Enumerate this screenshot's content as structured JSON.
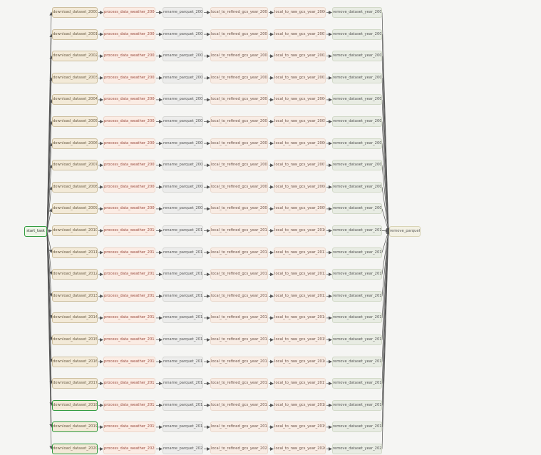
{
  "graph": {
    "start_task": "start_task",
    "final_task": "remove_parquet",
    "years": [
      "2000",
      "2001",
      "2002",
      "2003",
      "2004",
      "2005",
      "2006",
      "2007",
      "2008",
      "2009",
      "2010",
      "2011",
      "2012",
      "2013",
      "2014",
      "2015",
      "2016",
      "2017",
      "2018",
      "2019",
      "2020"
    ],
    "succeeded_download_years": [
      "2018",
      "2019",
      "2020"
    ],
    "stages": [
      {
        "key": "download",
        "prefix": "download_dataset_"
      },
      {
        "key": "process",
        "prefix": "process_data_weather_"
      },
      {
        "key": "rename",
        "prefix": "rename_parquet_"
      },
      {
        "key": "refined",
        "prefix": "local_to_refined_gcs_year_"
      },
      {
        "key": "raw",
        "prefix": "local_to_raw_gcs_year_"
      },
      {
        "key": "remove",
        "prefix": "remove_dataset_year_"
      }
    ],
    "colors": {
      "edge": "#555555",
      "success_border": "#2f9a3d"
    }
  }
}
